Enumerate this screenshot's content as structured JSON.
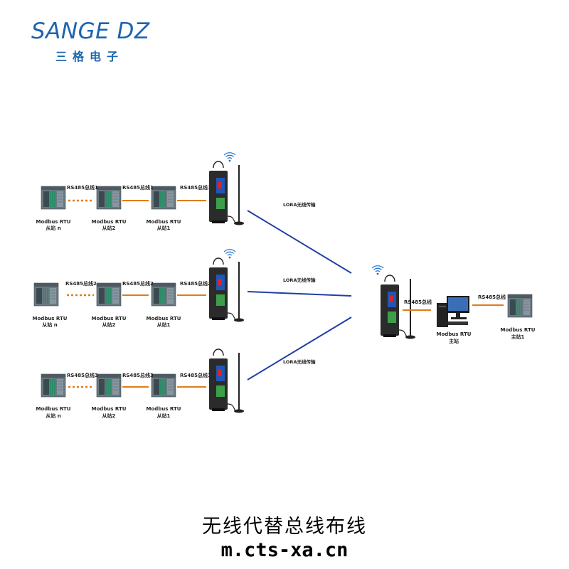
{
  "brand": {
    "name": "SANGE DZ",
    "name_cn": "三格电子",
    "color": "#1c64b0"
  },
  "caption": "无线代替总线布线",
  "url": "m.cts-xa.cn",
  "colors": {
    "bus_line": "#e07b1a",
    "lora_line": "#1f3fa6",
    "plc_body": "#5a6a72",
    "module_body": "#2b2b2b"
  },
  "rows": [
    {
      "slaves": [
        {
          "label": "Modbus RTU",
          "sub": "从站 n"
        },
        {
          "label": "Modbus RTU",
          "sub": "从站2"
        },
        {
          "label": "Modbus RTU",
          "sub": "从站1"
        }
      ],
      "bus_labels": [
        "RS485总线1",
        "RS485总线1",
        "RS485总线1"
      ],
      "lora_label": "LORA无线传输"
    },
    {
      "slaves": [
        {
          "label": "Modbus RTU",
          "sub": "从站 n"
        },
        {
          "label": "Modbus RTU",
          "sub": "从站2"
        },
        {
          "label": "Modbus RTU",
          "sub": "从站1"
        }
      ],
      "bus_labels": [
        "RS485总线2",
        "RS485总线2",
        "RS485总线2"
      ],
      "lora_label": "LORA无线传输"
    },
    {
      "slaves": [
        {
          "label": "Modbus RTU",
          "sub": "从站 n"
        },
        {
          "label": "Modbus RTU",
          "sub": "从站2"
        },
        {
          "label": "Modbus RTU",
          "sub": "从站1"
        }
      ],
      "bus_labels": [
        "RS485总线3",
        "RS485总线3",
        "RS485总线3"
      ],
      "lora_label": "LORA无线传输"
    }
  ],
  "master": {
    "bus_label_left": "RS485总线",
    "pc": {
      "label": "Modbus RTU",
      "sub": "主站"
    },
    "bus_label_right": "RS485总线",
    "device": {
      "label": "Modbus RTU",
      "sub": "主站1"
    }
  }
}
